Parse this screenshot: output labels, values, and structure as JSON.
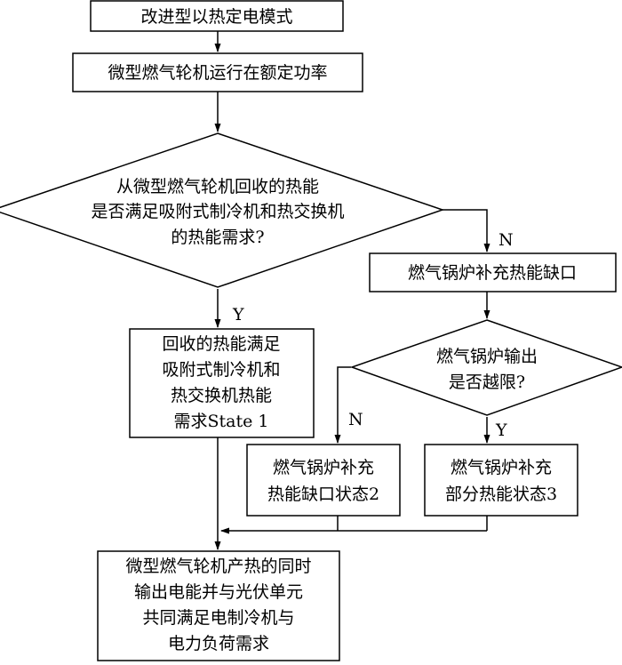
{
  "nodes": {
    "start": {
      "lines": [
        "改进型以热定电模式"
      ]
    },
    "mt_rated": {
      "lines": [
        "微型燃气轮机运行在额定功率"
      ]
    },
    "decision_heat": {
      "lines": [
        "从微型燃气轮机回收的热能",
        "是否满足吸附式制冷机和热交换机",
        "的热能需求?"
      ]
    },
    "gas_boiler_supply": {
      "lines": [
        "燃气锅炉补充热能缺口"
      ]
    },
    "state1": {
      "lines": [
        "回收的热能满足",
        "吸附式制冷机和",
        "热交换机热能",
        "需求State 1"
      ]
    },
    "decision_boiler": {
      "lines": [
        "燃气锅炉输出",
        "是否越限?"
      ]
    },
    "state2": {
      "lines": [
        "燃气锅炉补充",
        "热能缺口状态2"
      ]
    },
    "state3": {
      "lines": [
        "燃气锅炉补充",
        "部分热能状态3"
      ]
    },
    "final": {
      "lines": [
        "微型燃气轮机产热的同时",
        "输出电能并与光伏单元",
        "共同满足电制冷机与",
        "电力负荷需求"
      ]
    }
  },
  "edge_labels": {
    "heat_no": "N",
    "heat_yes": "Y",
    "boiler_no": "N",
    "boiler_yes": "Y"
  }
}
